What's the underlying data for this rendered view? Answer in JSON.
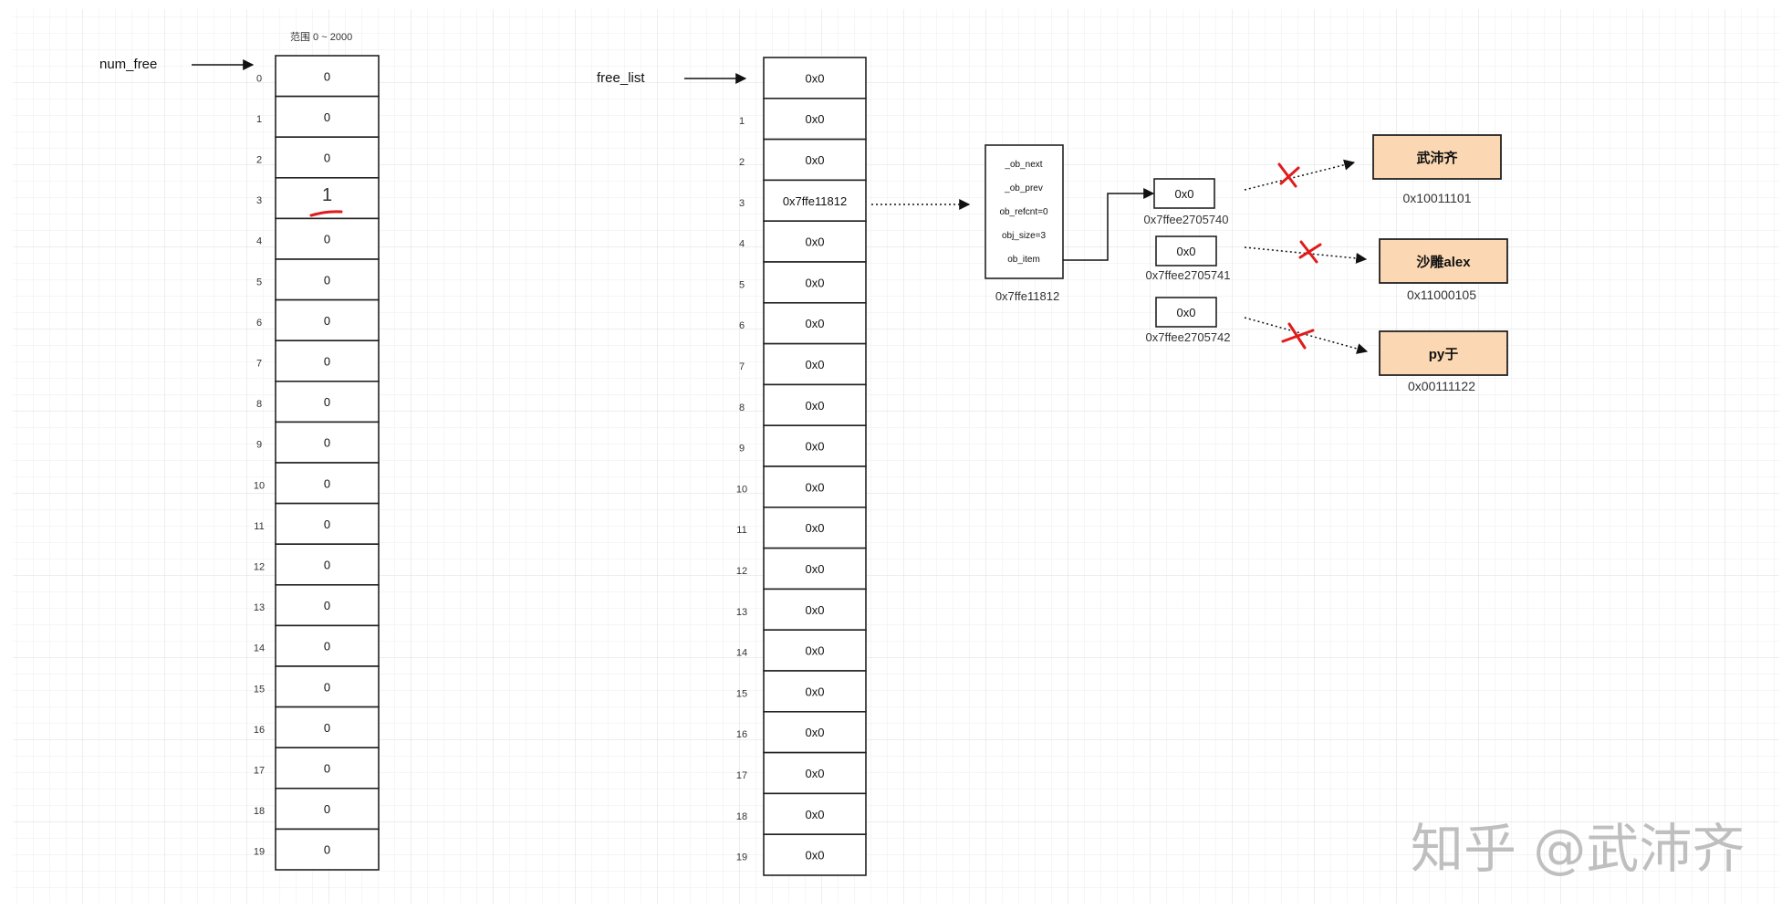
{
  "range_label": "范围 0 ~ 2000",
  "num_free_label": "num_free",
  "free_list_label": "free_list",
  "left_array": {
    "indices": [
      "0",
      "1",
      "2",
      "3",
      "4",
      "5",
      "6",
      "7",
      "8",
      "9",
      "10",
      "11",
      "12",
      "13",
      "14",
      "15",
      "16",
      "17",
      "18",
      "19"
    ],
    "values": [
      "0",
      "0",
      "0",
      "1",
      "0",
      "0",
      "0",
      "0",
      "0",
      "0",
      "0",
      "0",
      "0",
      "0",
      "0",
      "0",
      "0",
      "0",
      "0",
      "0"
    ],
    "highlight_index": 3
  },
  "right_array": {
    "indices": [
      "",
      "1",
      "2",
      "3",
      "4",
      "5",
      "6",
      "7",
      "8",
      "9",
      "10",
      "11",
      "12",
      "13",
      "14",
      "15",
      "16",
      "17",
      "18",
      "19"
    ],
    "values": [
      "0x0",
      "0x0",
      "0x0",
      "0x7ffe11812",
      "0x0",
      "0x0",
      "0x0",
      "0x0",
      "0x0",
      "0x0",
      "0x0",
      "0x0",
      "0x0",
      "0x0",
      "0x0",
      "0x0",
      "0x0",
      "0x0",
      "0x0",
      "0x0"
    ]
  },
  "tuple_object": {
    "fields": [
      "_ob_next",
      "_ob_prev",
      "ob_refcnt=0",
      "obj_size=3",
      "ob_item"
    ],
    "address": "0x7ffe11812"
  },
  "item_slots": [
    {
      "value": "0x0",
      "address": "0x7ffee2705740"
    },
    {
      "value": "0x0",
      "address": "0x7ffee2705741"
    },
    {
      "value": "0x0",
      "address": "0x7ffee2705742"
    }
  ],
  "targets": [
    {
      "label": "武沛齐",
      "address": "0x10011101"
    },
    {
      "label": "沙雕alex",
      "address": "0x11000105"
    },
    {
      "label": "py于",
      "address": "0x00111122"
    }
  ],
  "watermark": "知乎 @武沛齐",
  "colors": {
    "target_fill": "#fbd8b3",
    "cross": "#e01b1b",
    "grid": "#e6e6e6"
  }
}
